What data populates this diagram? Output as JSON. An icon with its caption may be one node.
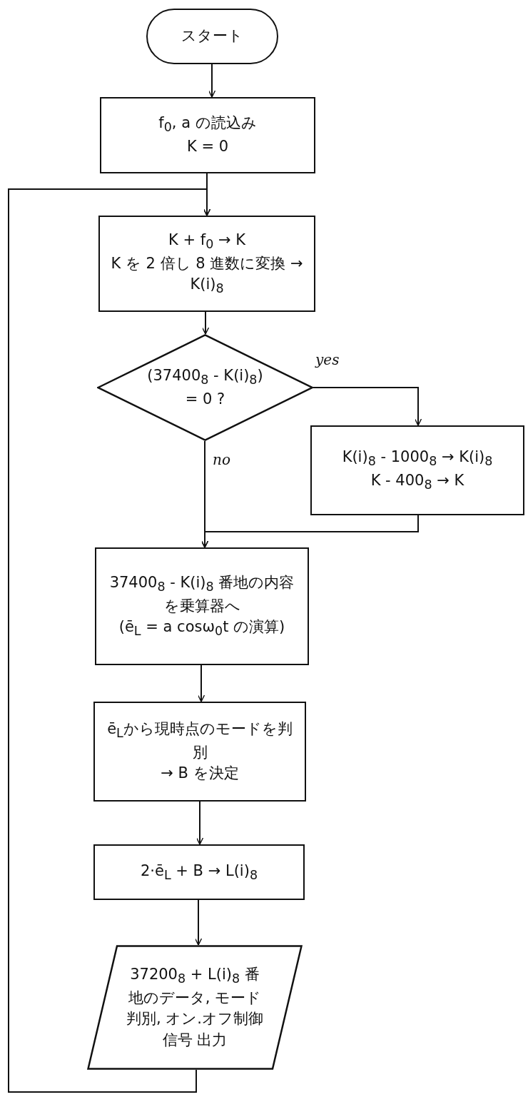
{
  "diagram": {
    "nodes": [
      {
        "text": [
          "スタート"
        ]
      },
      {
        "text": [
          "f$_{0}$, a の読込み",
          "K = 0"
        ]
      },
      {
        "text": [
          "K + f$_{0}$ → K",
          "K を 2 倍し 8 進数に変換 → K(i)$_{8}$"
        ]
      },
      {
        "text": [
          "(37400$_{8}$ - K(i)$_{8}$) = 0 ?"
        ]
      },
      {
        "text": [
          "K(i)$_{8}$ - 1000$_{8}$ → K(i)$_{8}$",
          "K - 400$_{8}$ → K"
        ]
      },
      {
        "text": [
          "37400$_{8}$ - K(i)$_{8}$ 番地の内容を乗算器へ",
          "(ē$_{L}$ = a cosω$_{0}$t の演算)"
        ]
      },
      {
        "text": [
          "ē$_{L}$から現時点のモードを判別",
          "→ B を決定"
        ]
      },
      {
        "text": [
          "2·ē$_{L}$ + B → L(i)$_{8}$"
        ]
      },
      {
        "text": [
          "37200$_{8}$ + L(i)$_{8}$ 番地のデータ, モード判別, オン.オフ制御信号 出力"
        ]
      }
    ],
    "edges": [
      {
        "from": 0,
        "to": 1,
        "arrow": "to"
      },
      {
        "from": 1,
        "to": 2,
        "arrow": "to"
      },
      {
        "from": 2,
        "to": 3,
        "arrow": "to"
      },
      {
        "from": 3,
        "to": 4,
        "arrow": "to",
        "label": "yes"
      },
      {
        "from": 3,
        "to": 5,
        "arrow": "to",
        "label": "no"
      },
      {
        "from": 4,
        "to": 5,
        "arrow": "to"
      },
      {
        "from": 5,
        "to": 6,
        "arrow": "to"
      },
      {
        "from": 6,
        "to": 7,
        "arrow": "to"
      },
      {
        "from": 7,
        "to": 8,
        "arrow": "to"
      },
      {
        "from": 8,
        "to": 2,
        "arrow": "to"
      }
    ]
  }
}
